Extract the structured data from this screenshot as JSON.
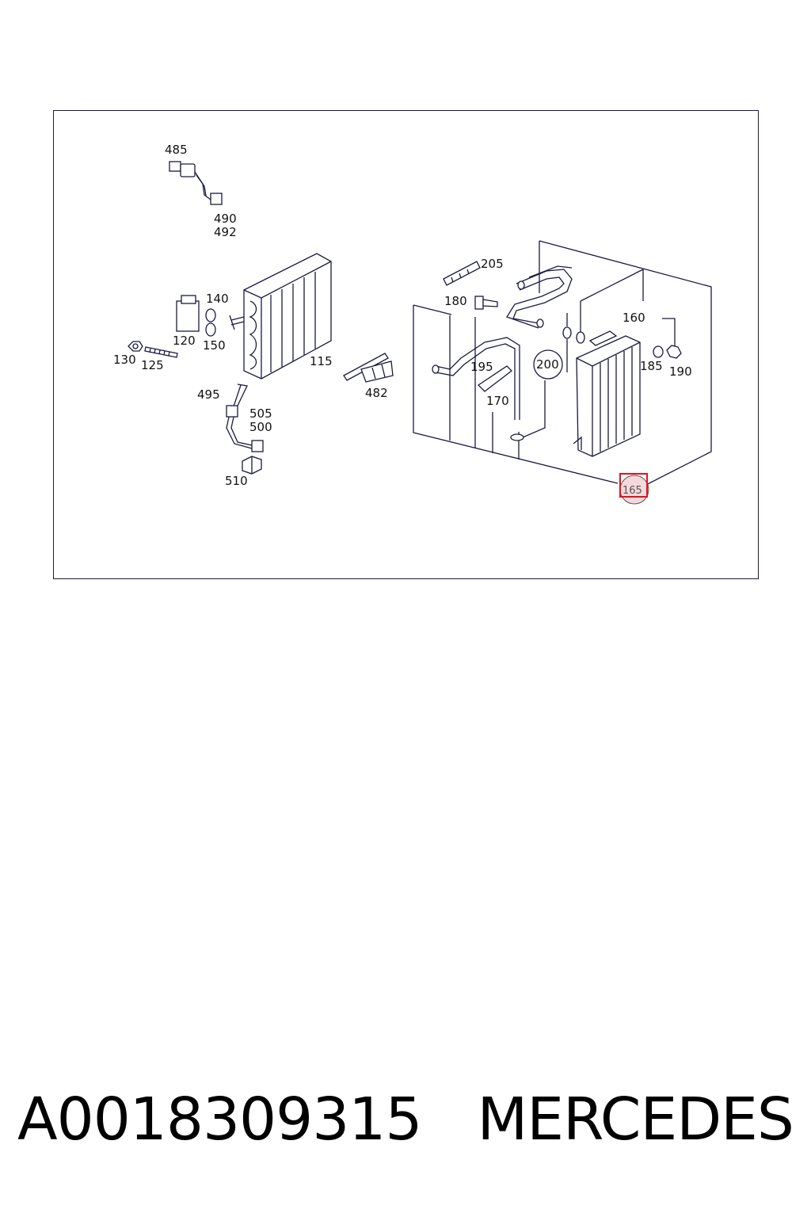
{
  "labels": {
    "l485": "485",
    "l490": "490",
    "l492": "492",
    "l140": "140",
    "l120": "120",
    "l150": "150",
    "l130": "130",
    "l125": "125",
    "l115": "115",
    "l495": "495",
    "l505": "505",
    "l500": "500",
    "l510": "510",
    "l482": "482",
    "l205": "205",
    "l180": "180",
    "l195": "195",
    "l170": "170",
    "l200": "200",
    "l160": "160",
    "l185": "185",
    "l190": "190",
    "l165": "165"
  },
  "highlight": {
    "label": "165",
    "box_color": "#e0141e",
    "circle_color": "#f4d8dc"
  },
  "footer": {
    "part_number": "A0018309315",
    "brand": "MERCEDES"
  }
}
